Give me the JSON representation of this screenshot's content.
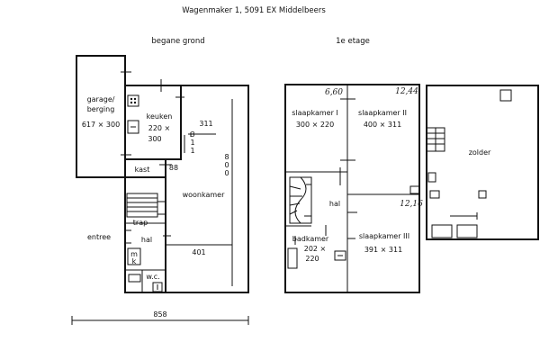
{
  "header": {
    "address": "Wagenmaker 1,  5091 EX  Middelbeers",
    "ground_floor": "begane grond",
    "first_floor": "1e etage"
  },
  "ground": {
    "garage_line1": "garage/",
    "garage_line2": "berging",
    "garage_dims": "617 × 300",
    "keuken": "keuken",
    "keuken_dims1": "220 ×",
    "keuken_dims2": "300",
    "dim_311": "311",
    "v311_1": "3",
    "v311_2": "1",
    "v311_3": "1",
    "kast": "kast",
    "dim_88": "88",
    "v800_1": "8",
    "v800_2": "0",
    "v800_3": "0",
    "woonkamer": "woonkamer",
    "trap": "trap",
    "entree": "entree",
    "hal": "hal",
    "dim_401": "401",
    "mk_1": "m",
    "mk_2": "k",
    "wc": "w.c.",
    "dim_858": "858"
  },
  "first": {
    "hand_660": "6,60",
    "hand_1244": "12,44",
    "hand_1216": "12,16",
    "slaapkamer1": "slaapkamer I",
    "slaapkamer1_dims": "300 × 220",
    "slaapkamer2": "slaapkamer II",
    "slaapkamer2_dims": "400 × 311",
    "hal": "hal",
    "badkamer": "badkamer",
    "badkamer_dims1": "202 ×",
    "badkamer_dims2": "220",
    "slaapkamer3": "slaapkamer III",
    "slaapkamer3_dims": "391 × 311",
    "zolder": "zolder"
  }
}
